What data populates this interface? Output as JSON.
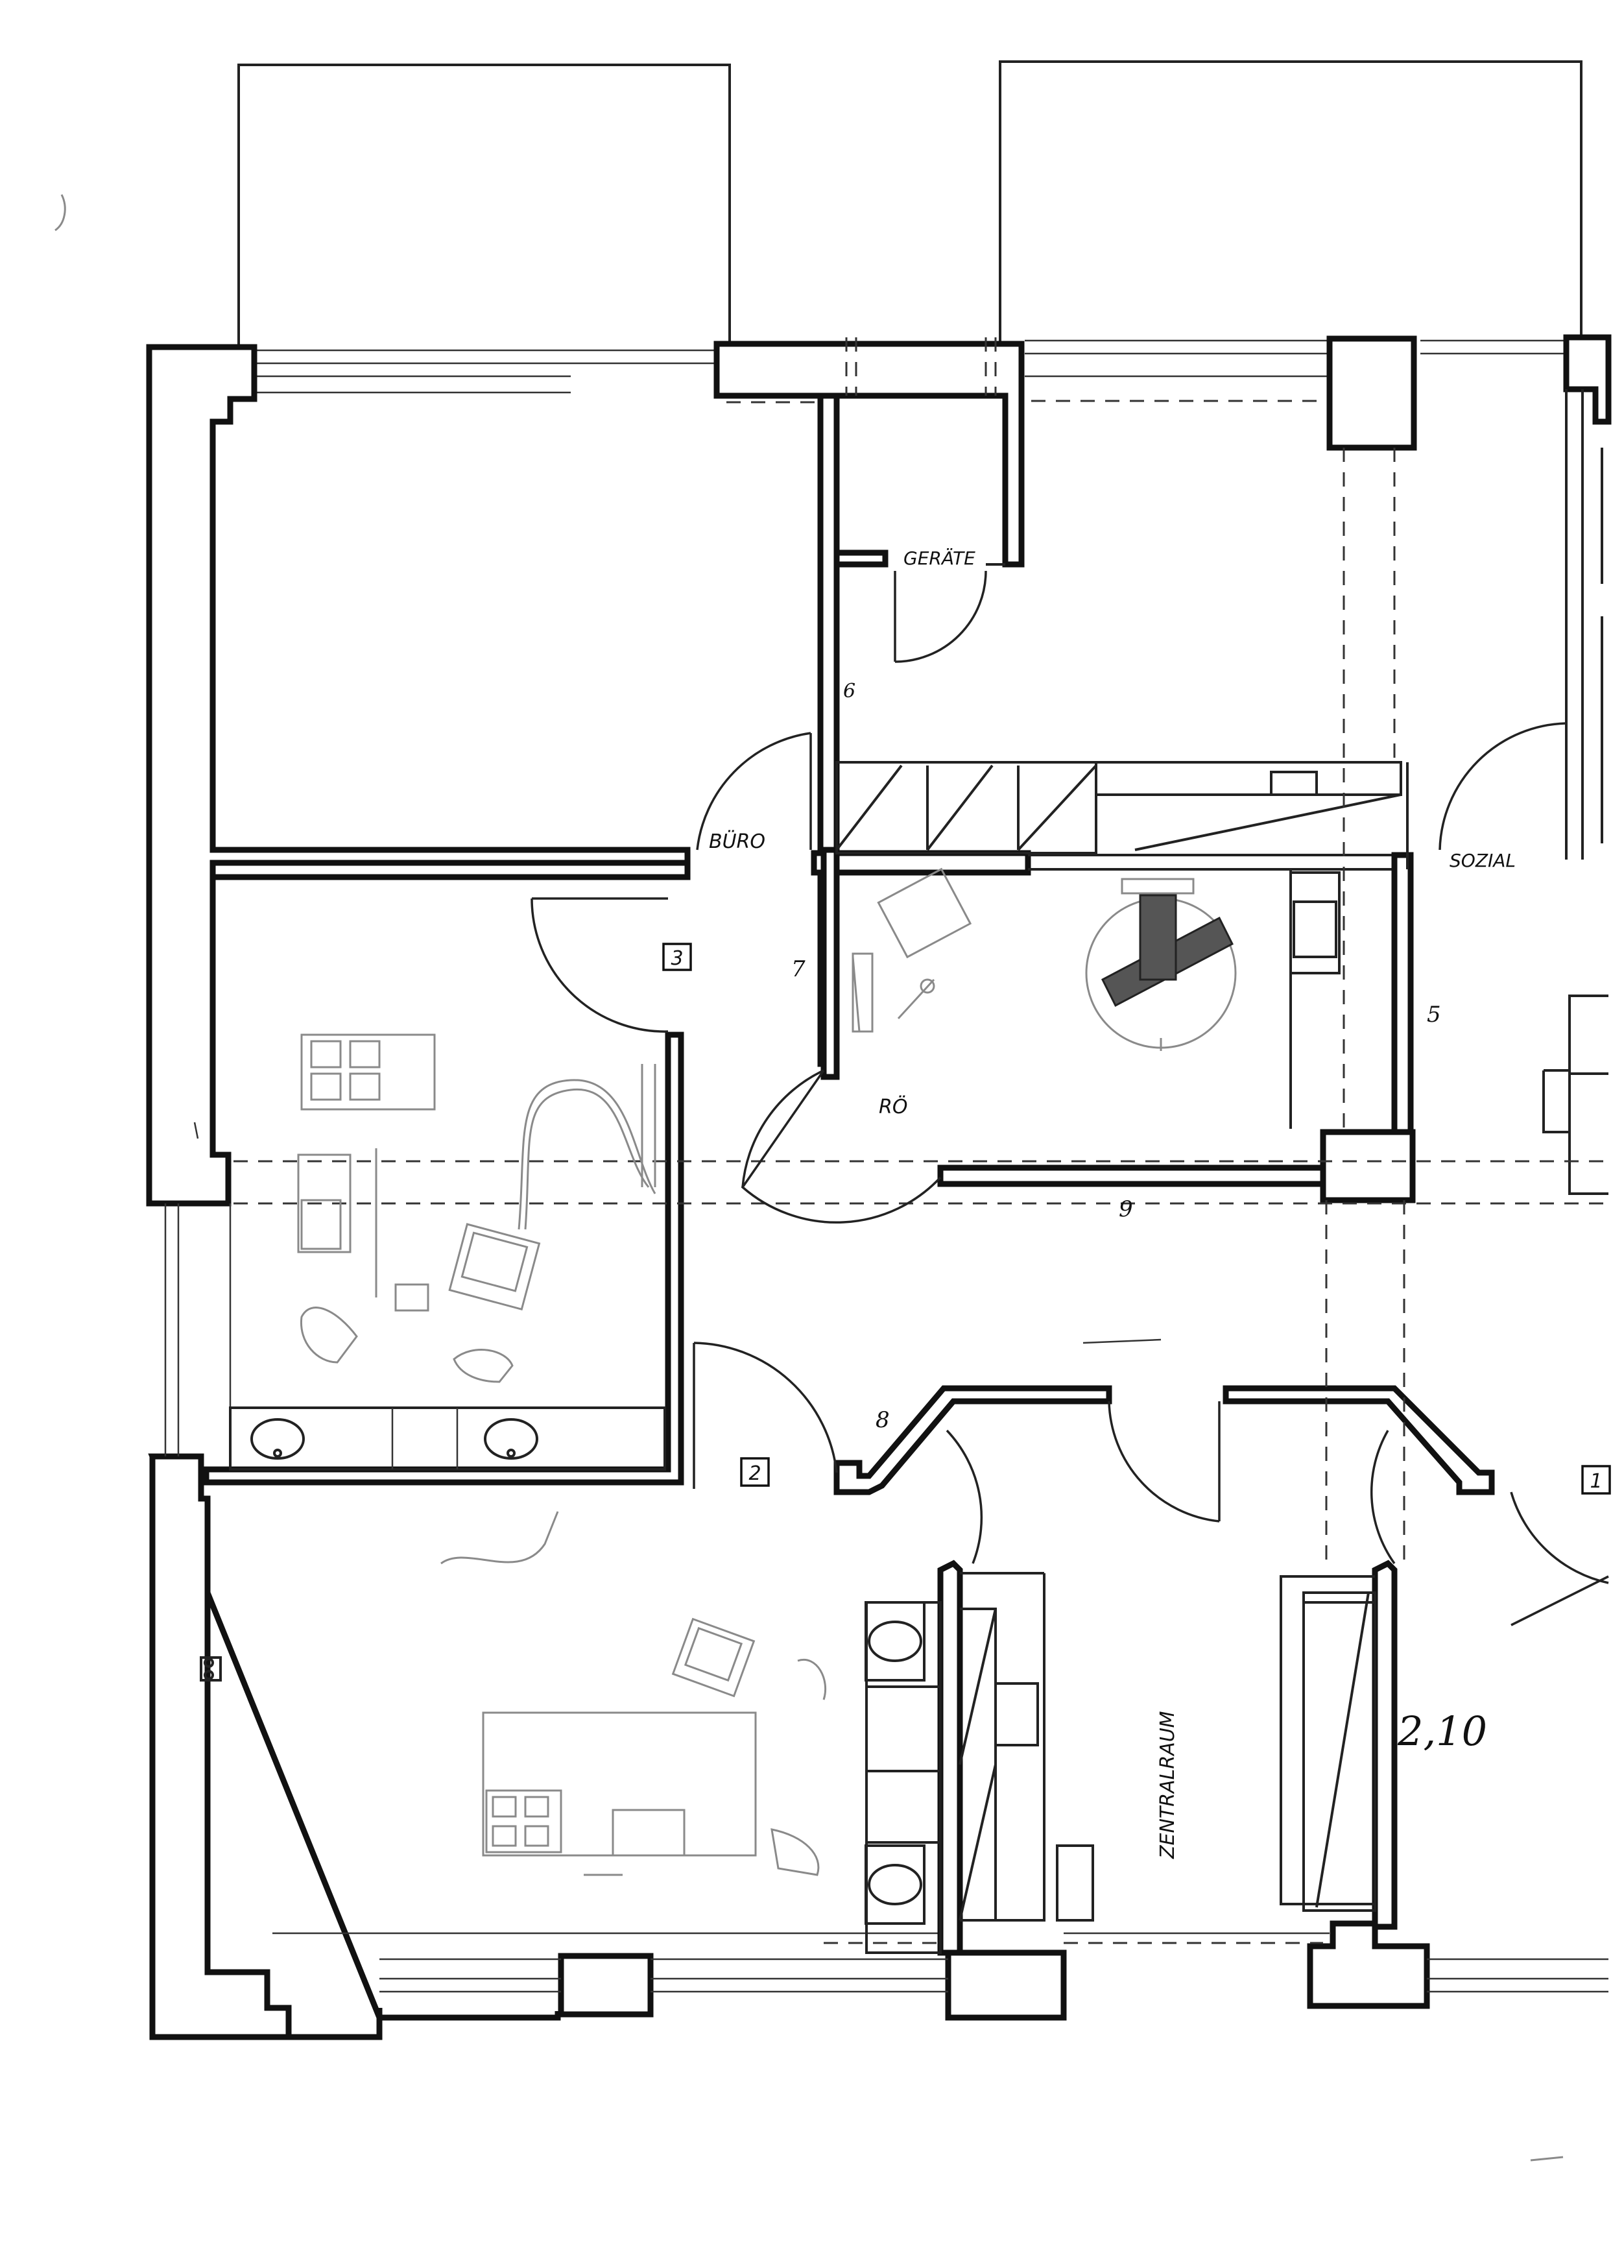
{
  "labels": {
    "buero": "BÜRO",
    "geraete": "GERÄTE",
    "sozial": "SOZIAL",
    "roe": "RÖ",
    "zentralraum": "ZENTRALRAUM"
  },
  "room_numbers": {
    "room_3": "3",
    "room_2": "2",
    "room_1": "1"
  },
  "handwritten": {
    "mark_7": "7",
    "mark_6": "6",
    "mark_5": "5",
    "mark_9": "9",
    "mark_8": "8",
    "dim_210": "2,10"
  },
  "colors": {
    "line": "#111111",
    "faint_equipment": "#8a8a8a",
    "paper": "#ffffff"
  }
}
